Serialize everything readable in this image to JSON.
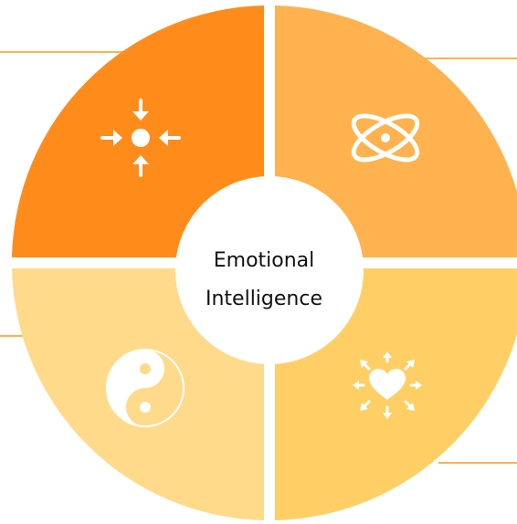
{
  "center": {
    "line1": "Emotional",
    "line2": "Intelligence"
  },
  "quadrants": [
    {
      "position": "top-left",
      "color": "#FF8C1A",
      "icon": "focus-arrows-icon"
    },
    {
      "position": "top-right",
      "color": "#FFB24D",
      "icon": "atom-icon"
    },
    {
      "position": "bottom-left",
      "color": "#FFDA8A",
      "icon": "yin-yang-icon"
    },
    {
      "position": "bottom-right",
      "color": "#FFCF66",
      "icon": "heart-radiating-arrows-icon"
    }
  ],
  "colors": {
    "connector_line": "#FFB24D",
    "icon": "#ffffff",
    "center_fill": "#ffffff",
    "text": "#111111"
  }
}
